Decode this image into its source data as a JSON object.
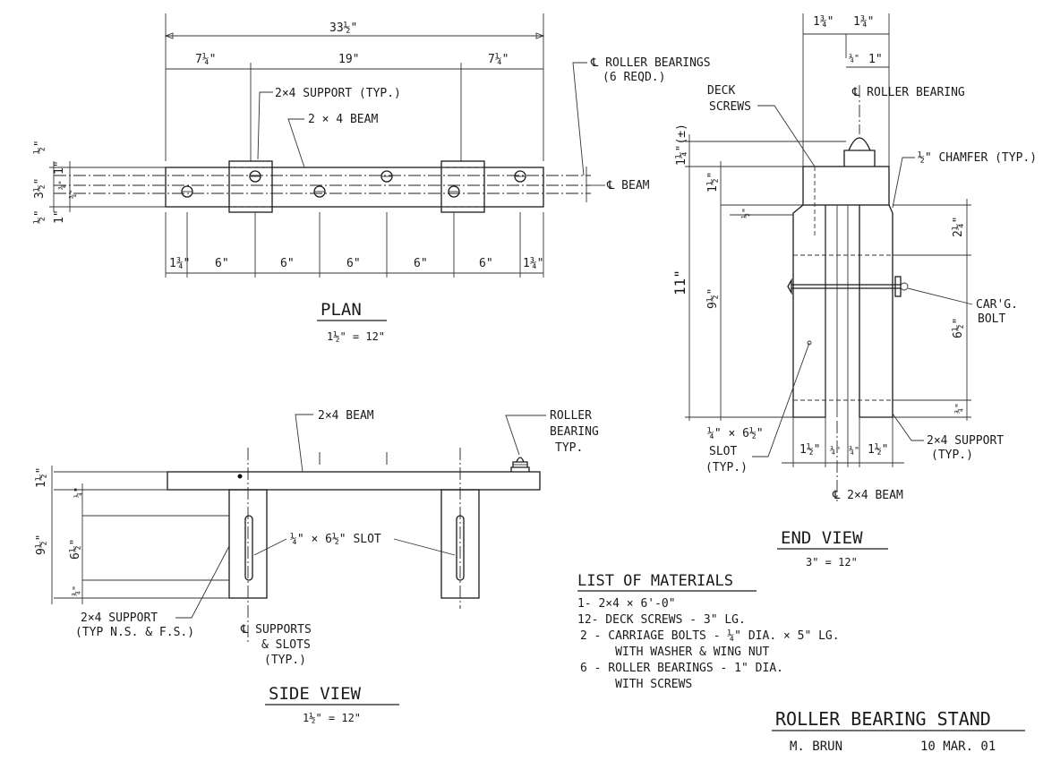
{
  "plan": {
    "title": "PLAN",
    "scale": "1½\" = 12\"",
    "overall_length": "33½\"",
    "seg_left": "7¼\"",
    "seg_mid": "19\"",
    "seg_right": "7¼\"",
    "spacings": [
      "1¾\"",
      "6\"",
      "6\"",
      "6\"",
      "6\"",
      "6\"",
      "1¾\""
    ],
    "left_dims": [
      "½\"",
      "3½\"",
      "½\"",
      "1\"",
      "¾\"",
      "¾\"",
      "1\""
    ],
    "support_label": "2×4 SUPPORT (TYP.)",
    "beam_label": "2 × 4 BEAM",
    "roller_label_1": "℄ ROLLER BEARINGS",
    "roller_label_2": "(6 REQD.)",
    "beam_cl_label": "℄ BEAM"
  },
  "side": {
    "title": "SIDE VIEW",
    "scale": "1½\" = 12\"",
    "beam_label": "2×4 BEAM",
    "roller_label_1": "ROLLER",
    "roller_label_2": "BEARING",
    "roller_label_3": "TYP.",
    "slot_label": "¼\" × 6½\" SLOT",
    "support_label_1": "2×4 SUPPORT",
    "support_label_2": "(TYP N.S. & F.S.)",
    "cl_label_1": "℄ SUPPORTS",
    "cl_label_2": "& SLOTS",
    "cl_label_3": "(TYP.)",
    "left_dims": [
      "1½\"",
      "¼\"",
      "9½\"",
      "6½\"",
      "¾\""
    ]
  },
  "end": {
    "title": "END VIEW",
    "scale": "3\" = 12\"",
    "top_dims": [
      "1¾\"",
      "1¾\""
    ],
    "top_dims_2": [
      "¾\"",
      "1\""
    ],
    "roller_label": "℄ ROLLER BEARING",
    "deck_label_1": "DECK",
    "deck_label_2": "SCREWS",
    "chamfer_label": "½\" CHAMFER (TYP.)",
    "left_dims": [
      "1¼\"(±)",
      "1½\"",
      "½\"",
      "11\"",
      "9½\""
    ],
    "right_dims": [
      "2¼\"",
      "6½\"",
      "¾\""
    ],
    "bolt_label_1": "CAR'G.",
    "bolt_label_2": "BOLT",
    "slot_label_1": "¼\" × 6½\"",
    "slot_label_2": "SLOT",
    "slot_label_3": "(TYP.)",
    "bottom_dims": [
      "1½\"",
      "¾\"",
      "¾\"",
      "1½\""
    ],
    "support_label_1": "2×4 SUPPORT",
    "support_label_2": "(TYP.)",
    "beam_cl_label": "℄ 2×4 BEAM"
  },
  "materials": {
    "heading": "LIST OF MATERIALS",
    "lines": [
      "1- 2×4 × 6'-0\"",
      "12- DECK SCREWS - 3\" LG.",
      "2 - CARRIAGE BOLTS - ¼\" DIA. × 5\" LG.",
      "     WITH WASHER & WING NUT",
      "6 - ROLLER BEARINGS - 1\" DIA.",
      "     WITH SCREWS"
    ]
  },
  "title_block": {
    "title": "ROLLER BEARING STAND",
    "author": "M. BRUN",
    "date": "10 MAR. 01"
  }
}
